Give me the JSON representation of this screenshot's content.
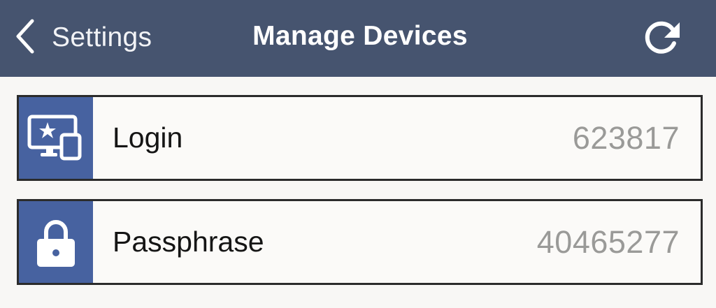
{
  "header": {
    "back_label": "Settings",
    "back_icon": "chevron-left-icon",
    "title": "Manage Devices",
    "refresh_icon": "refresh-icon",
    "background_color": "#46546f"
  },
  "rows": [
    {
      "label": "Login",
      "value": "623817",
      "icon": "devices-star-icon",
      "icon_bg": "#4762a0"
    },
    {
      "label": "Passphrase",
      "value": "40465277",
      "icon": "lock-icon",
      "icon_bg": "#4762a0"
    }
  ]
}
